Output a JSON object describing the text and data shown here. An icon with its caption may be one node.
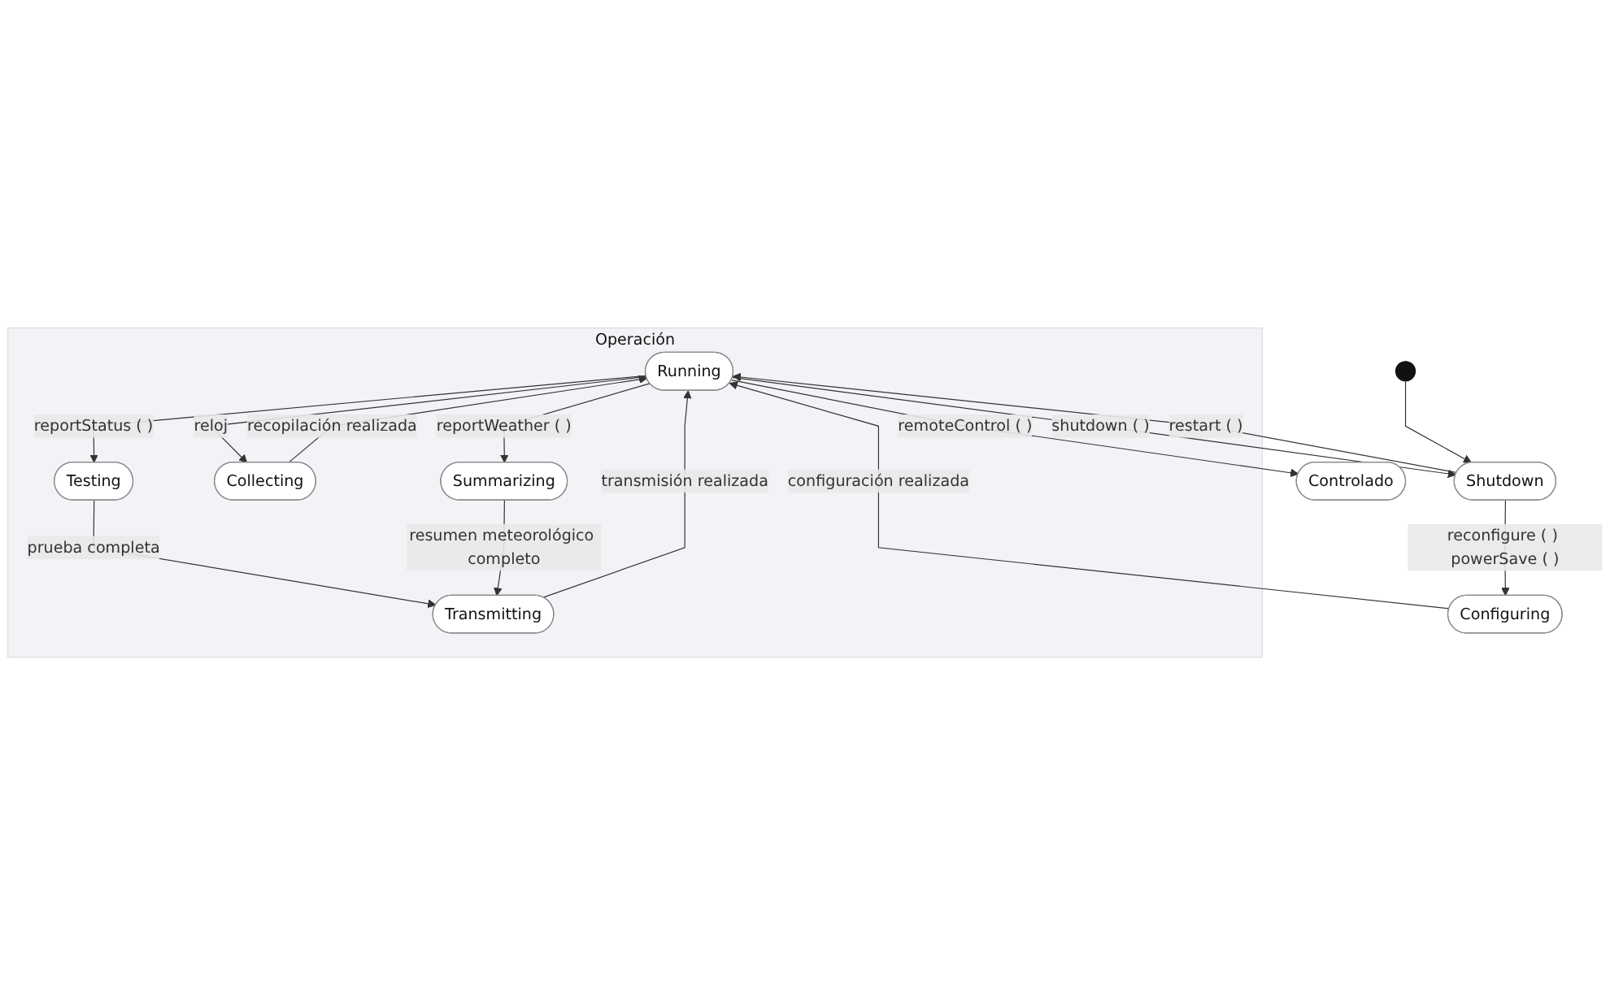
{
  "diagram": {
    "nodes": [
      {
        "text": [
          "Controlado"
        ]
      },
      {
        "text": [
          "Operación"
        ]
      },
      {
        "text": [],
        "shape": "circle"
      },
      {
        "text": [
          "Shutdown"
        ]
      },
      {
        "text": [
          "Running"
        ],
        "in": 1
      },
      {
        "text": [
          "Testing"
        ],
        "in": 1
      },
      {
        "text": [
          "Configuring"
        ]
      },
      {
        "text": [
          "Transmitting"
        ],
        "in": 1
      },
      {
        "text": [
          "Collecting"
        ],
        "in": 1
      },
      {
        "text": [
          "Summarizing"
        ],
        "in": 1
      }
    ],
    "edges": [
      {
        "from": 2,
        "to": 3,
        "arrow": "to"
      },
      {
        "from": 4,
        "to": 3,
        "label": "shutdown ( )",
        "arrow": "to"
      },
      {
        "from": 3,
        "to": 4,
        "label": "restart ( )",
        "arrow": "to"
      },
      {
        "from": 4,
        "to": 0,
        "label": "remoteControl ( )",
        "arrow": "to"
      },
      {
        "from": 4,
        "to": 5,
        "label": "reportStatus ( )",
        "arrow": "to"
      },
      {
        "from": 3,
        "to": 6,
        "label": "reconfigure ( ) powerSave ( )",
        "arrow": "to"
      },
      {
        "from": 6,
        "to": 4,
        "label": "configuración realizada",
        "arrow": "to"
      },
      {
        "from": 4,
        "to": 8,
        "label": "reloj",
        "arrow": "to"
      },
      {
        "from": 8,
        "to": 4,
        "label": "recopilación realizada",
        "arrow": "to"
      },
      {
        "from": 5,
        "to": 7,
        "label": "prueba completa",
        "arrow": "to"
      },
      {
        "from": 7,
        "to": 4,
        "label": "transmisión realizada",
        "arrow": "to"
      },
      {
        "from": 4,
        "to": 9,
        "label": "reportWeather ( )",
        "arrow": "to"
      },
      {
        "from": 9,
        "to": 7,
        "label": "resumen meteorológico completo",
        "arrow": "to"
      }
    ]
  }
}
